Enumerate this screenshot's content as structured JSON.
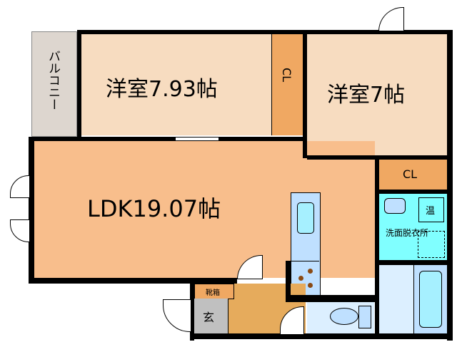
{
  "rooms": {
    "balcony": "バルコニー",
    "western_room_1": "洋室7.93帖",
    "closet_1": "CL",
    "western_room_2": "洋室7帖",
    "closet_2": "CL",
    "ldk": "LDK19.07帖",
    "washroom": "洗面脱衣所",
    "water_heater": "温",
    "shoe_box": "靴箱",
    "entrance": "玄"
  },
  "colors": {
    "room": "#f7dcc0",
    "ldk": "#f8be8c",
    "closet": "#f0a862",
    "wash": "#80ffff",
    "bath": "#dcefff",
    "entrance": "#e6ab5c"
  }
}
